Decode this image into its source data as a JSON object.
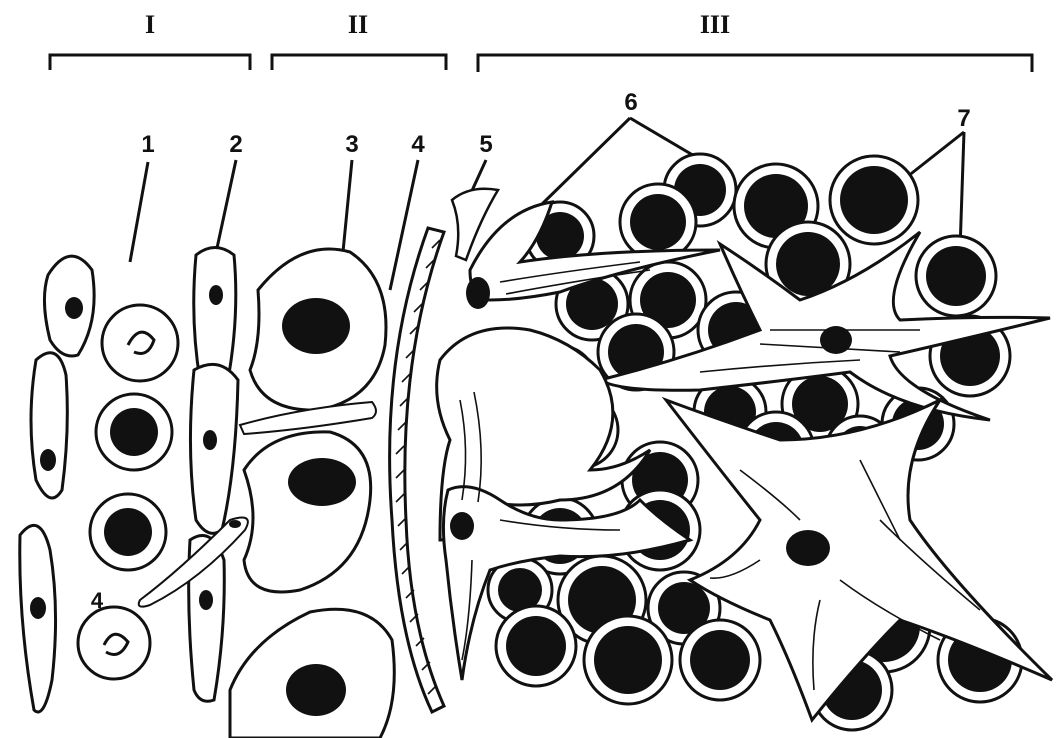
{
  "figure": {
    "sections": [
      "I",
      "II",
      "III"
    ],
    "labels": [
      "1",
      "2",
      "3",
      "4",
      "5",
      "6",
      "7"
    ],
    "extra_label": "4",
    "colors": {
      "ink": "#111111",
      "paper": "#ffffff"
    }
  }
}
